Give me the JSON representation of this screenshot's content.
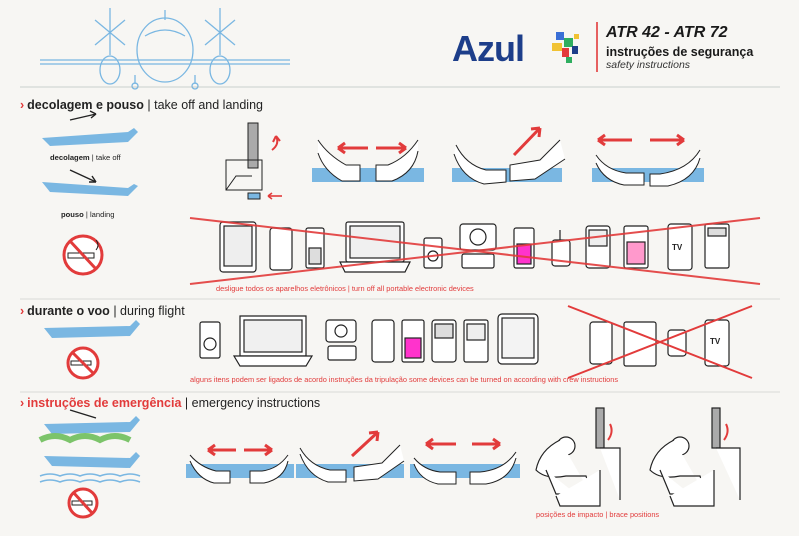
{
  "header": {
    "brand": "Azul",
    "model": "ATR 42 - ATR 72",
    "title_pt": "instruções de segurança",
    "title_en": "safety instructions"
  },
  "sections": {
    "takeoff": {
      "title_pt": "decolagem e pouso",
      "separator": "|",
      "title_en": "take off and landing"
    },
    "flight": {
      "title_pt": "durante o voo",
      "separator": "|",
      "title_en": "during flight"
    },
    "emergency": {
      "title_pt": "instruções de emergência",
      "separator": "|",
      "title_en": "emergency instructions"
    }
  },
  "labels": {
    "takeoff_pt": "decolagem",
    "takeoff_en": "| take off",
    "landing_pt": "pouso",
    "landing_en": "| landing"
  },
  "captions": {
    "devices_off_pt": "desligue todos os aparelhos eletrônicos",
    "devices_off_en": "| turn off all portable electronic devices",
    "devices_allowed_pt": "alguns itens podem ser ligados de acordo instruções da tripulação",
    "devices_allowed_en": "some devices can be turned on according with crew instructions",
    "brace_pt": "posições de impacto",
    "brace_en": "| brace positions"
  },
  "device_labels": {
    "tv": "TV"
  },
  "colors": {
    "accent": "#e23b3b",
    "brand": "#1d3e8a",
    "sky": "#7ab7e2",
    "line": "#222222"
  }
}
